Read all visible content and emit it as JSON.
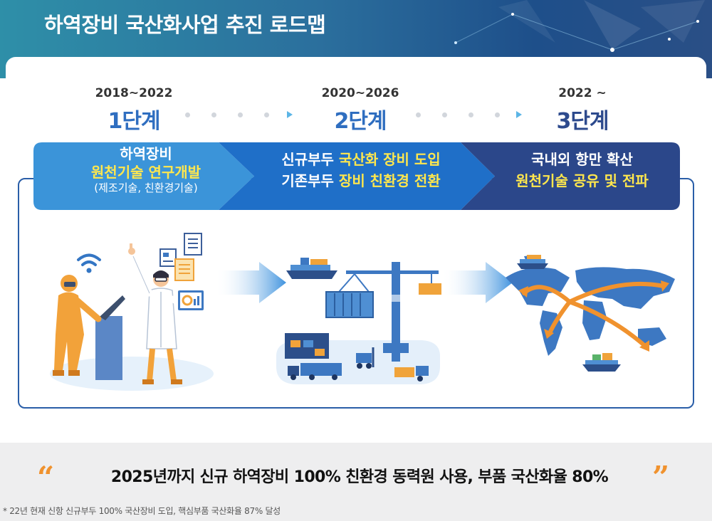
{
  "header": {
    "title": "하역장비 국산화사업 추진 로드맵"
  },
  "stages": [
    {
      "years": "2018~2022",
      "label": "1단계",
      "lines": [
        "하역장비",
        "원천기술 연구개발",
        "(제조기술, 친환경기술)"
      ]
    },
    {
      "years": "2020~2026",
      "label": "2단계",
      "line1_a": "신규부두 ",
      "line1_b": "국산화 장비 도입",
      "line2_a": "기존부두 ",
      "line2_b": "장비 친환경 전환"
    },
    {
      "years": "2022 ~",
      "label": "3단계",
      "lines": [
        "국내외 항만 확산",
        "원천기술 공유 및 전파"
      ]
    }
  ],
  "summary": {
    "open_quote": "“",
    "headline": "2025년까지 신규 하역장비 100% 친환경 동력원 사용, 부품 국산화율 80%",
    "close_quote": "”",
    "footnote": "* 22년 현재 신항 신규부두 100% 국산장비 도입, 핵심부품 국산화율 87% 달성"
  },
  "colors": {
    "stage1": "#3b94d9",
    "stage2": "#1f6fc8",
    "stage3": "#2b478a",
    "highlight": "#ffe74d",
    "accent_orange": "#f0922e",
    "frame": "#2a5ea8"
  }
}
